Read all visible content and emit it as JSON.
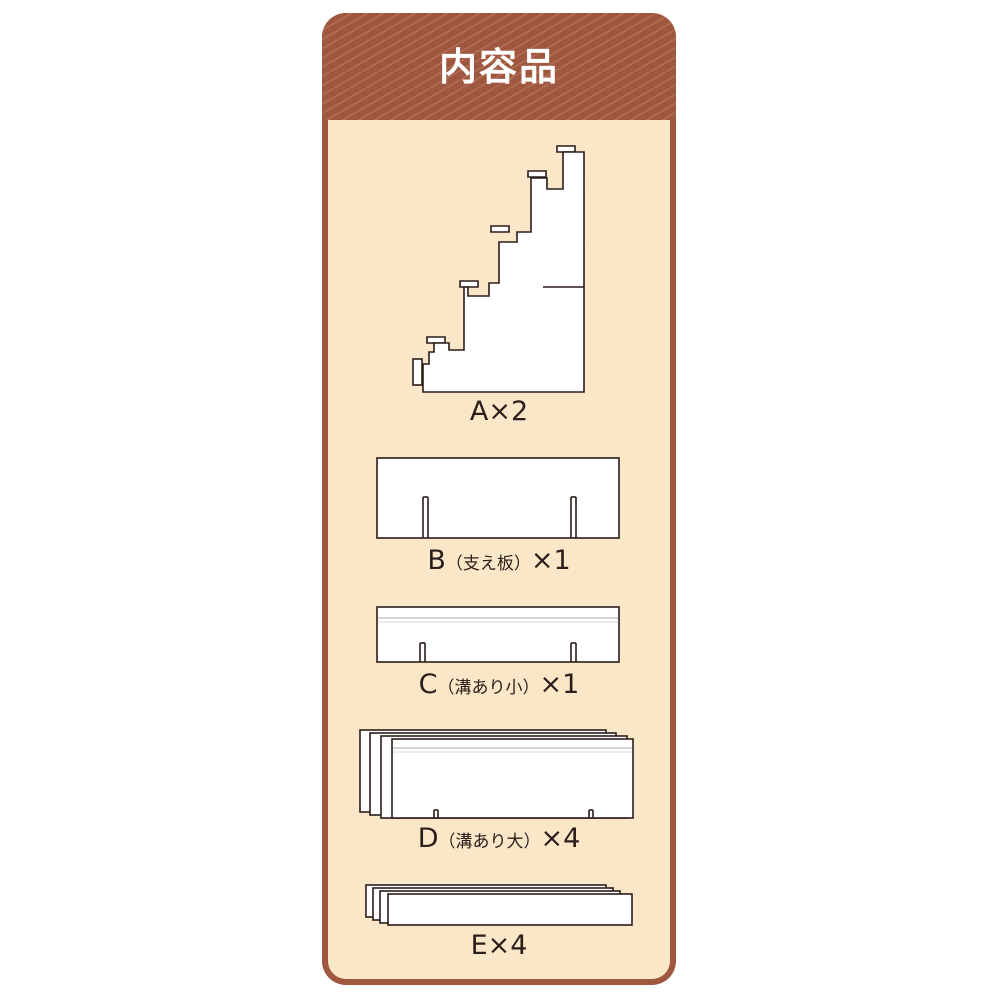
{
  "panel": {
    "title": "内容品"
  },
  "parts": [
    {
      "id": "A",
      "letter": "A",
      "note": "",
      "qty": "×2"
    },
    {
      "id": "B",
      "letter": "B",
      "note": "（支え板）",
      "qty": "×1"
    },
    {
      "id": "C",
      "letter": "C",
      "note": "（溝あり小）",
      "qty": "×1"
    },
    {
      "id": "D",
      "letter": "D",
      "note": "（溝あり大）",
      "qty": "×4"
    },
    {
      "id": "E",
      "letter": "E",
      "note": "",
      "qty": "×4"
    }
  ],
  "colors": {
    "frame": "#a0573f",
    "body": "#fae7c8",
    "outline": "#2b1d1a",
    "part_fill": "#ffffff"
  },
  "icons": [
    "stair-side-panel-icon",
    "support-board-icon",
    "small-slotted-board-icon",
    "large-slotted-board-icon",
    "plain-board-icon"
  ]
}
